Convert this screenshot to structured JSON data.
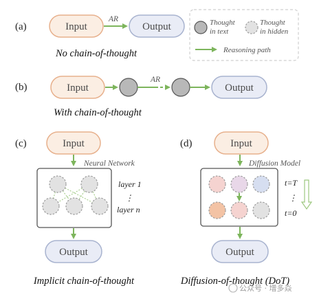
{
  "colors": {
    "input_fill": "#fbeee3",
    "input_stroke": "#e7b08c",
    "output_fill": "#e9ecf6",
    "output_stroke": "#a8b3cf",
    "arrow": "#7db55c",
    "thought_fill": "#b8b8b8",
    "thought_stroke": "#555555",
    "hidden_fill": "#e2e2e2",
    "hidden_stroke": "#9a9a9a",
    "diff_pink": "#f5d3d0",
    "diff_lilac": "#e8d7e8",
    "diff_blue": "#d6def0",
    "diff_orange": "#f3c3a5"
  },
  "panel_a": {
    "label": "(a)",
    "input": "Input",
    "ar": "AR",
    "output": "Output",
    "caption": "No chain-of-thought"
  },
  "legend": {
    "thought_text_1": "Thought",
    "thought_text_2": "in text",
    "thought_hidden_1": "Thought",
    "thought_hidden_2": "in hidden",
    "reasoning_path": "Reasoning path"
  },
  "panel_b": {
    "label": "(b)",
    "input": "Input",
    "ar": "AR",
    "output": "Output",
    "caption": "With chain-of-thought"
  },
  "panel_c": {
    "label": "(c)",
    "input": "Input",
    "network_label": "Neural Network",
    "layer_1": "layer 1",
    "dots": "⋮",
    "layer_n": "layer n",
    "output": "Output",
    "caption": "Implicit chain-of-thought"
  },
  "panel_d": {
    "label": "(d)",
    "input": "Input",
    "model_label": "Diffusion Model",
    "t_top": "t=T",
    "dots": "⋮",
    "t_bottom": "t=0",
    "output": "Output",
    "caption": "Diffusion-of-thought (DoT)"
  },
  "watermark": "公众号 · 增多焱"
}
